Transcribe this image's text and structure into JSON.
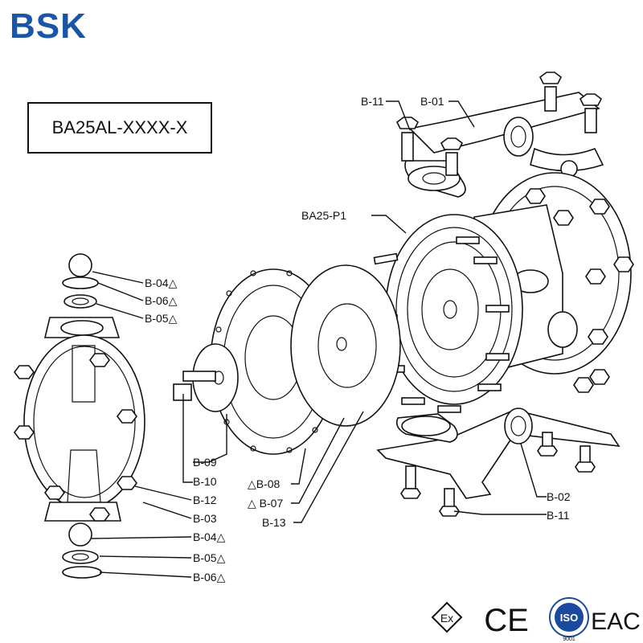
{
  "brand": {
    "logo_text": "BSK",
    "color": "#1a56a8"
  },
  "model": "BA25AL-XXXX-X",
  "callouts": {
    "b11_top": "B-11",
    "b01": "B-01",
    "ba25p1": "BA25-P1",
    "b04_top": "B-04△",
    "b06_top": "B-06△",
    "b05_top": "B-05△",
    "b09": "B-09",
    "b10": "B-10",
    "b12": "B-12",
    "b03": "B-03",
    "b04_bot": "B-04△",
    "b05_bot": "B-05△",
    "b06_bot": "B-06△",
    "b08": "△B-08",
    "b07": "△ B-07",
    "b13": "B-13",
    "b02": "B-02",
    "b11_bot": "B-11"
  },
  "certifications": {
    "ex": "Ex",
    "ce": "CE",
    "iso": "ISO",
    "iso_sub": "9001",
    "eac": "EAC"
  }
}
